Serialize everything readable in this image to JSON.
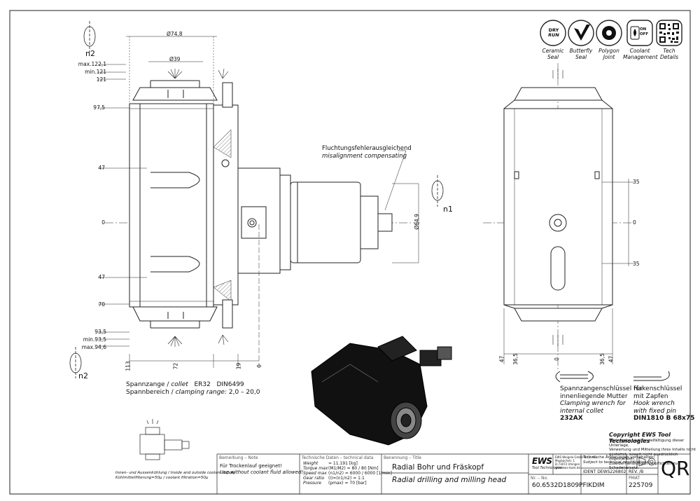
{
  "rotation": {
    "n1": "n1",
    "n2_top": "n2",
    "n2_bottom": "n2"
  },
  "dims_top": {
    "d748": "Ø74,8",
    "d39": "Ø39"
  },
  "dims_left": {
    "max1221": "max.122,1",
    "min121": "min.121",
    "v121": "121",
    "v975": "97,5",
    "v47a": "47",
    "v0": "0",
    "v47b": "47",
    "v70": "70",
    "v935": "93,5",
    "min935": "min.93,5",
    "max946": "max.94,6"
  },
  "dims_bottom": {
    "v113": "113",
    "v72": "72",
    "v19": "19",
    "v0": "0"
  },
  "dim_d649": "Ø64,9",
  "dims_right": {
    "v35a": "35",
    "v0": "0",
    "v35b": "35"
  },
  "dims_right_bottom": {
    "v47a": "47",
    "v365a": "36,5",
    "v0": "0",
    "v365b": "36,5",
    "v47b": "47"
  },
  "annotation": {
    "de": "Fluchtungsfehlerausgleichend",
    "en": "misalignment compensating"
  },
  "collet": {
    "l1_de": "Spannzange /",
    "l1_en": "collet",
    "l1_type": "ER32",
    "l1_std": "DIN6499",
    "l2_de": "Spannbereich /",
    "l2_en": "clamping range:",
    "l2_val": "2,0 – 20,0"
  },
  "wrench1": {
    "de1": "Spannzangenschlüssel für",
    "de2": "innenliegende Mutter",
    "en1": "Clamping wrench for",
    "en2": "internal collet",
    "code": "232AX"
  },
  "wrench2": {
    "de1": "Hakenschlüssel",
    "de2": "mit Zapfen",
    "en1": "Hook wrench",
    "en2": "with fixed pin",
    "code": "DIN1810 B 68x75"
  },
  "icons": [
    {
      "name": "dry-run",
      "l1": "Ceramic",
      "l2": "Seal",
      "badge1": "DRY",
      "badge2": "RUN"
    },
    {
      "name": "butterfly",
      "l1": "Butterfly",
      "l2": "Seal"
    },
    {
      "name": "polygon",
      "l1": "Polygon",
      "l2": "Joint"
    },
    {
      "name": "coolant",
      "l1": "Coolant",
      "l2": "Management",
      "on": "ON",
      "off": "OFF"
    },
    {
      "name": "qr",
      "l1": "Tech",
      "l2": "Details"
    }
  ],
  "copyright": {
    "title_prefix": "Copyright ",
    "title_brand": "EWS",
    "title_suffix": " Tool Technologies",
    "l1": "Weitergabe und Vervielfältigung dieser Unterlage,",
    "l2": "Verwertung und Mitteilung ihres Inhalts nicht",
    "l3": "gestattet, soweit nicht ausdrücklich zugestanden.",
    "l4": "Zuwiderhandlungen verpflichten zu Schadenersatz."
  },
  "coolant_note": {
    "l1": "Innen- und Aussenkühlung / Inside and outside coolant supply",
    "l2": "Kühlmittelfilterung=50µ / coolant filtration=50µ"
  },
  "titleblock": {
    "remark_hdr": "Bemerkung – Note",
    "remark_de": "Für Trockenlauf geeignet!",
    "remark_en": "Use without coolant fluid allowed!",
    "tech_hdr": "Technische Daten – technical data",
    "rows": [
      {
        "de": "Weight",
        "val": "≈ 11.191 [kg]"
      },
      {
        "de": "Torque max",
        "val": "(M1/M2) = 80 / 80 [Nm]"
      },
      {
        "de": "Speed max",
        "val": "(n1/n2) = 6000 / 6000 [1/min]"
      },
      {
        "de": "Gear ratio",
        "val": "(i)=(n1/n2) = 1:1"
      },
      {
        "de": "Pressure",
        "val": "(pmax) = 70 [bar]"
      }
    ],
    "title_hdr": "Benennung – Title",
    "title_de": "Radial Bohr und Fräskopf",
    "title_en": "Radial drilling and milling head",
    "nr_hdr": "Nr. – No.",
    "part_no": "60.6532D1809PFIKDIM",
    "logo": "EWS",
    "logo_sub": "Tool Technologies",
    "company1": "EWS Weigele GmbH & Co. KG",
    "company2": "Maybachstr. 1",
    "company3": "D-73072 Uhingen",
    "company4": "www.ews-tools.de",
    "change1": "Technische Änderungen vorbehalten!",
    "change2": "Subject to technical modifications!",
    "ident_lbl": "IDENT",
    "ident_val": "DEWS226802",
    "rev_lbl": "REV.",
    "rev_val": "/B",
    "pmat_lbl": "PMAT",
    "pmat_val": "225709",
    "qr": "QR"
  }
}
